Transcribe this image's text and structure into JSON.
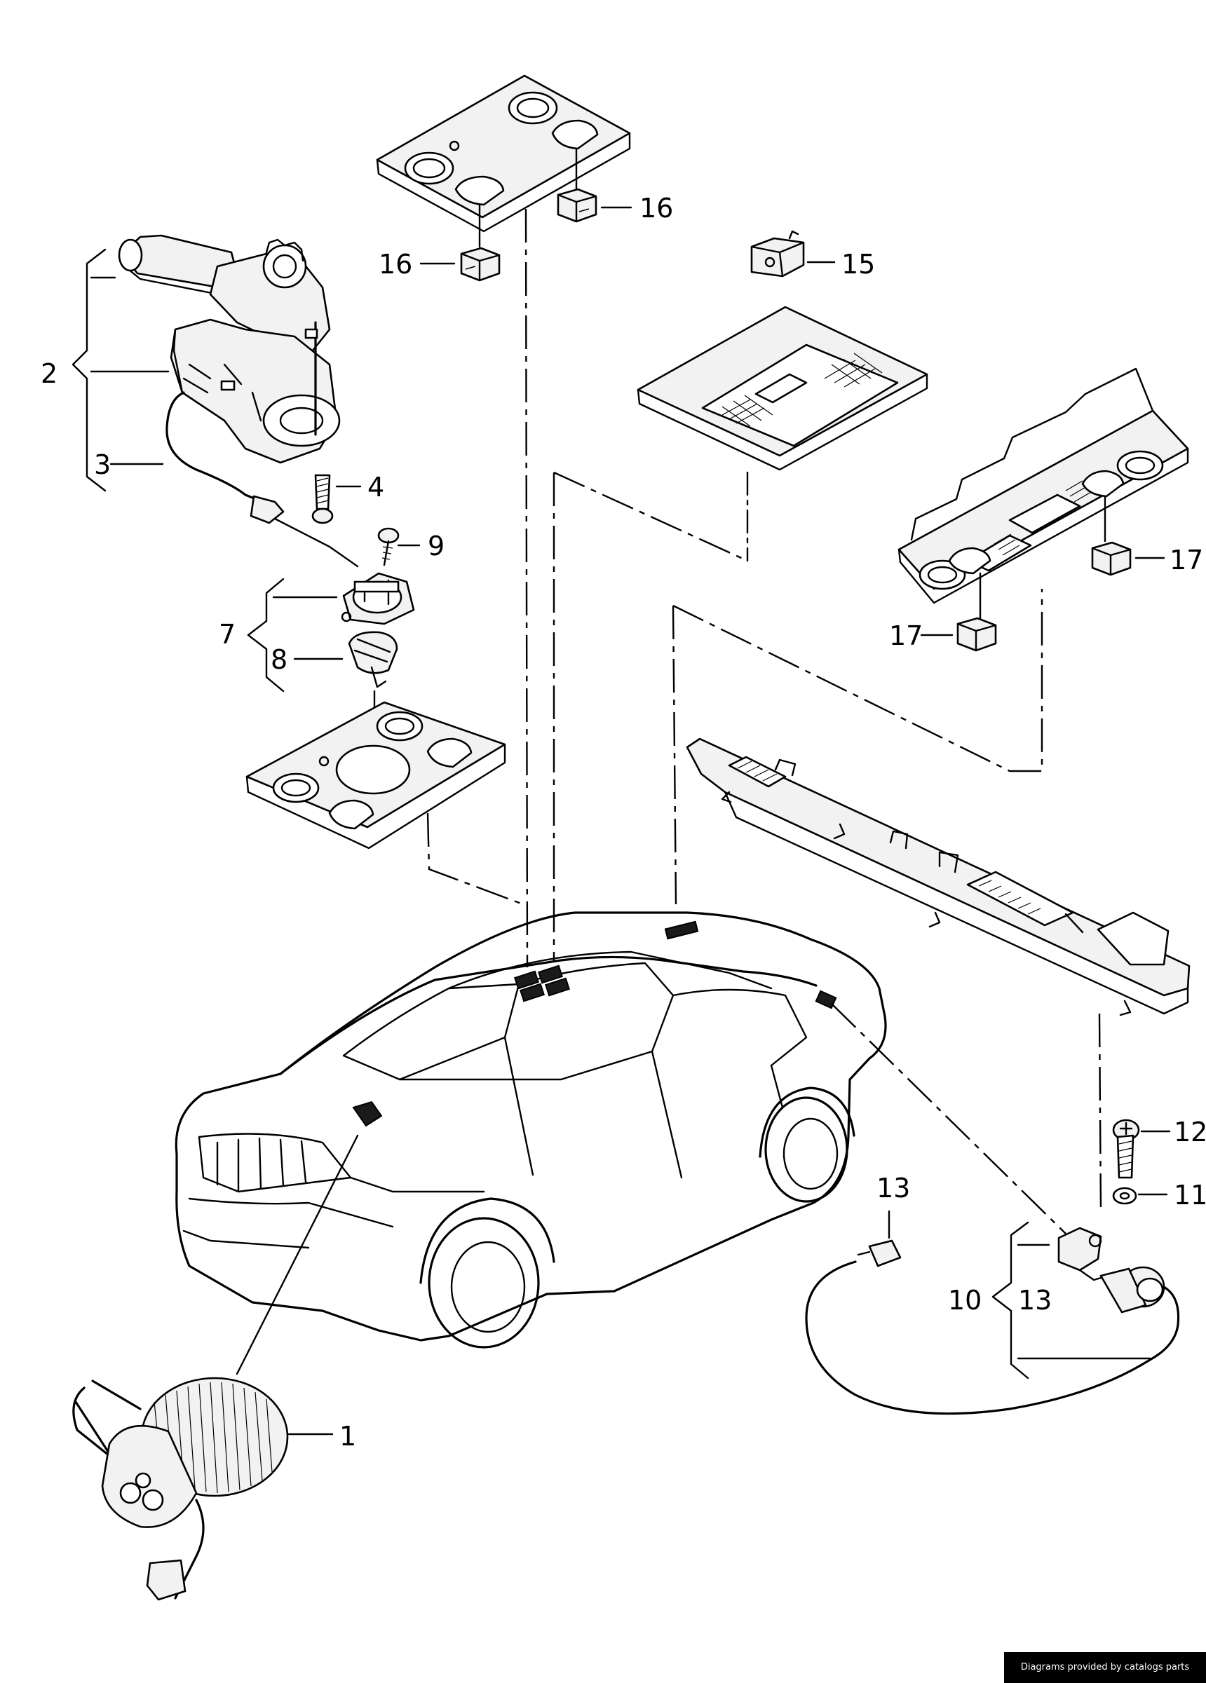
{
  "callouts": {
    "c1": "1",
    "c2": "2",
    "c3": "3",
    "c4": "4",
    "c7": "7",
    "c8": "8",
    "c9": "9",
    "c10": "10",
    "c11": "11",
    "c12": "12",
    "c13a": "13",
    "c13b": "13",
    "c15": "15",
    "c16a": "16",
    "c16b": "16",
    "c17a": "17",
    "c17b": "17"
  },
  "footer": {
    "credit": "Diagrams provided by catalogs parts"
  }
}
